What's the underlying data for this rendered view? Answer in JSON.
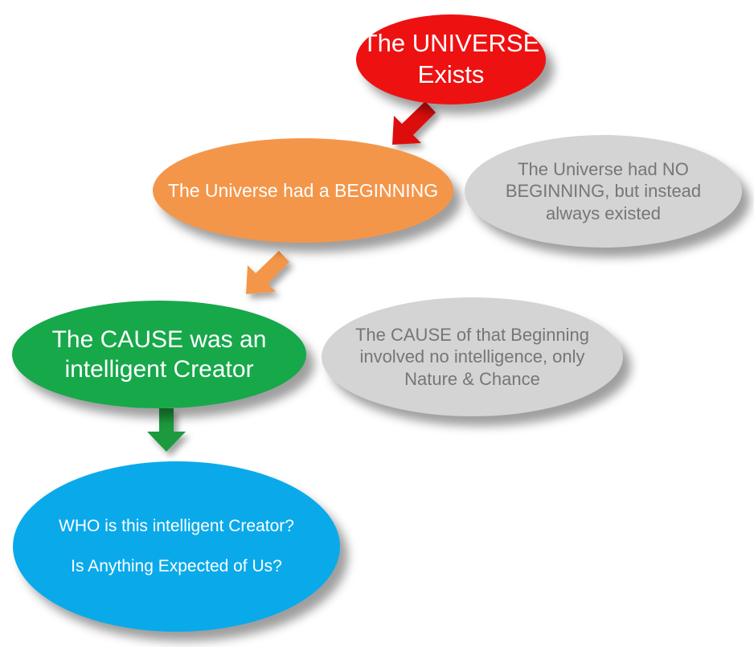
{
  "diagram": {
    "nodes": {
      "universe": {
        "text": "The UNIVERSE Exists",
        "color": "#ee1111"
      },
      "beginning": {
        "text": "The Universe had a BEGINNING",
        "color": "#f4964a"
      },
      "no_beginning": {
        "text": "The Universe had NO BEGINNING, but instead always existed",
        "color": "#d4d4d4"
      },
      "creator": {
        "text": "The CAUSE was an intelligent Creator",
        "color": "#17a84a"
      },
      "nature": {
        "text": "The CAUSE of that Beginning involved no intelligence, only Nature & Chance",
        "color": "#d4d4d4"
      },
      "who": {
        "line1": "WHO is this intelligent Creator?",
        "line2": "Is Anything Expected of Us?",
        "color": "#0aaaea"
      }
    },
    "arrows": [
      {
        "from": "universe",
        "to": "beginning",
        "color": "#dd1111"
      },
      {
        "from": "beginning",
        "to": "creator",
        "color": "#f4964a"
      },
      {
        "from": "creator",
        "to": "who",
        "color": "#1e9a3e"
      }
    ]
  }
}
